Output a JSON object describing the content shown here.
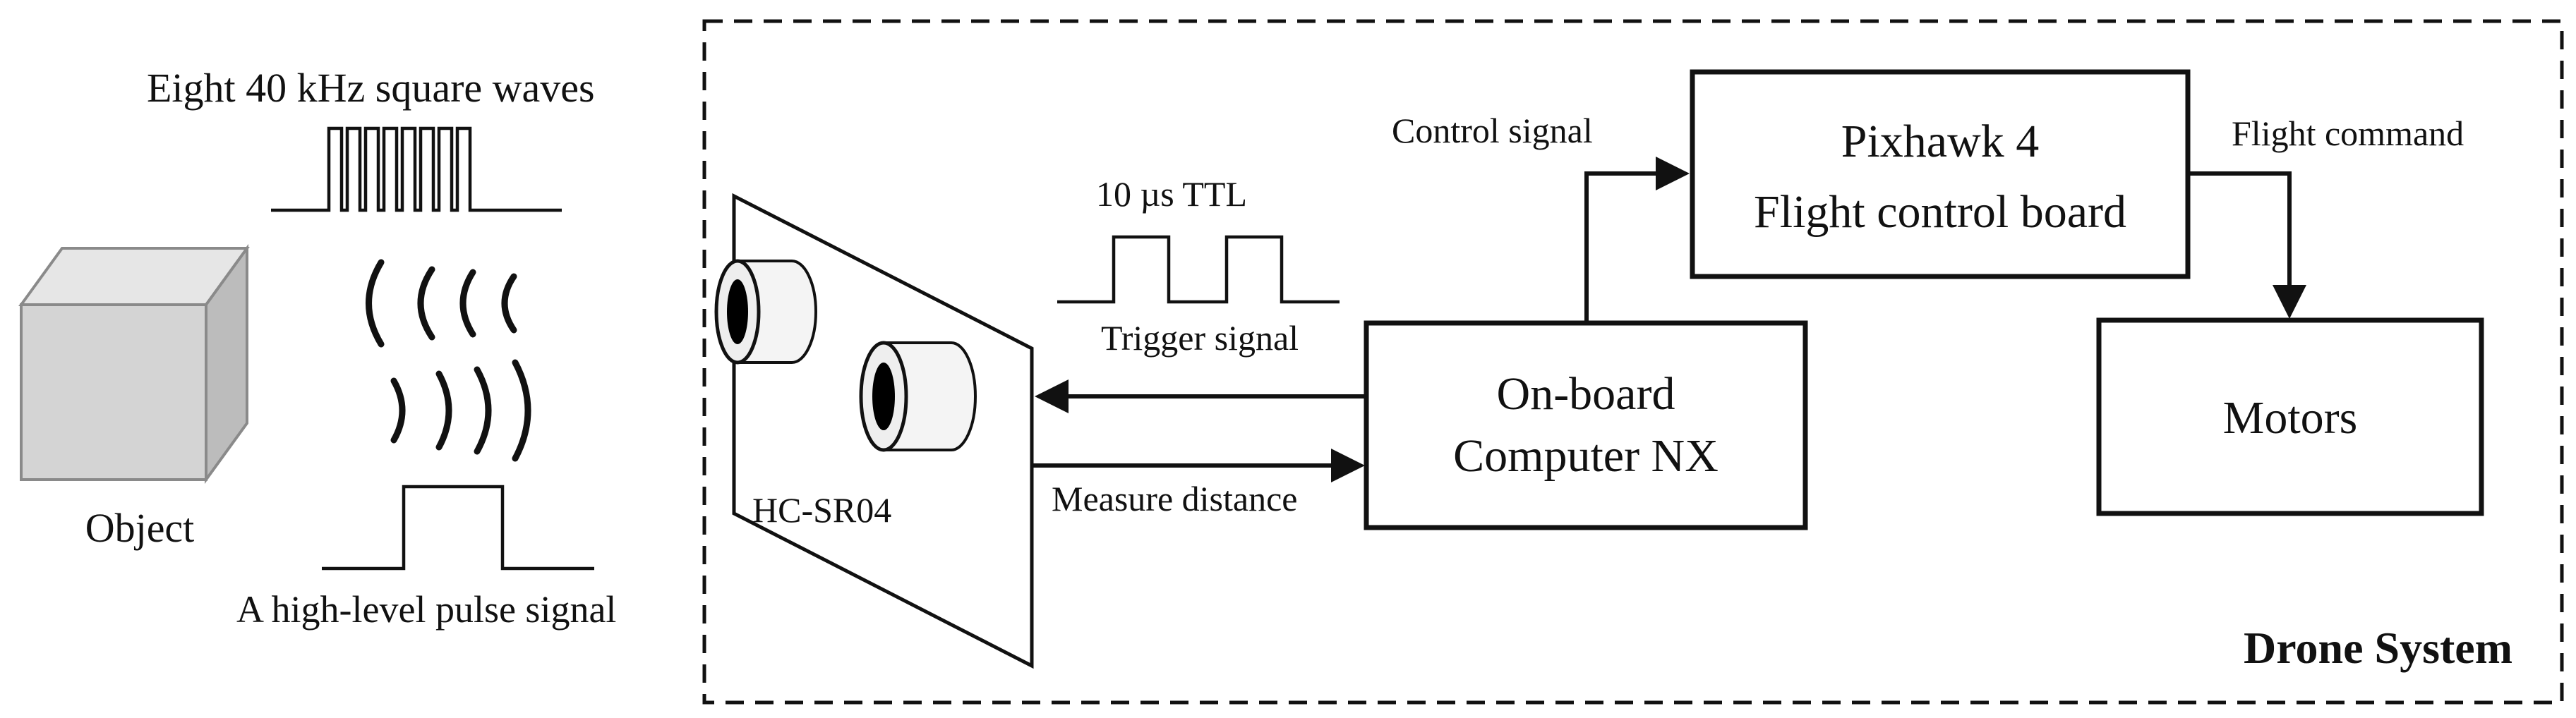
{
  "left": {
    "object_label": "Object",
    "wave_label": "Eight 40 kHz square waves",
    "pulse_label": "A high-level pulse signal"
  },
  "sensor": {
    "label": "HC-SR04"
  },
  "signals": {
    "ttl_label": "10 µs TTL",
    "trigger_label": "Trigger signal",
    "measure_label": "Measure distance",
    "control_label": "Control signal",
    "flight_command_label": "Flight command"
  },
  "blocks": {
    "computer": {
      "line1": "On-board",
      "line2": "Computer NX"
    },
    "pixhawk": {
      "line1": "Pixhawk 4",
      "line2": "Flight control board"
    },
    "motors": {
      "label": "Motors"
    }
  },
  "system": {
    "label": "Drone System"
  },
  "colors": {
    "line": "#111111",
    "cube_front": "#d4d4d4",
    "cube_top": "#e6e6e6",
    "cube_side": "#bcbcbc",
    "sensor_board": "#ffffff"
  }
}
